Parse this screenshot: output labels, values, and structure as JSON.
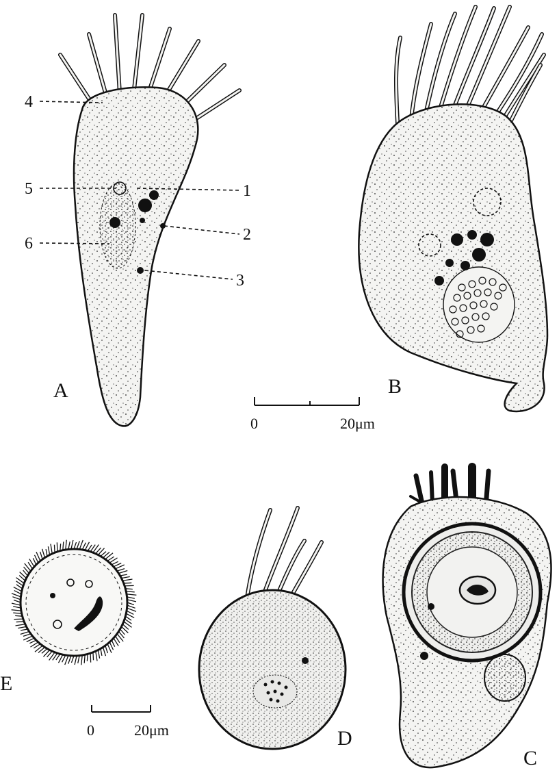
{
  "panels": {
    "A": "A",
    "B": "B",
    "C": "C",
    "D": "D",
    "E": "E"
  },
  "callouts": {
    "n1": "1",
    "n2": "2",
    "n3": "3",
    "n4": "4",
    "n5": "5",
    "n6": "6"
  },
  "scale_top": {
    "zero": "0",
    "length": "20μm"
  },
  "scale_bottom": {
    "zero": "0",
    "length": "20μm"
  }
}
